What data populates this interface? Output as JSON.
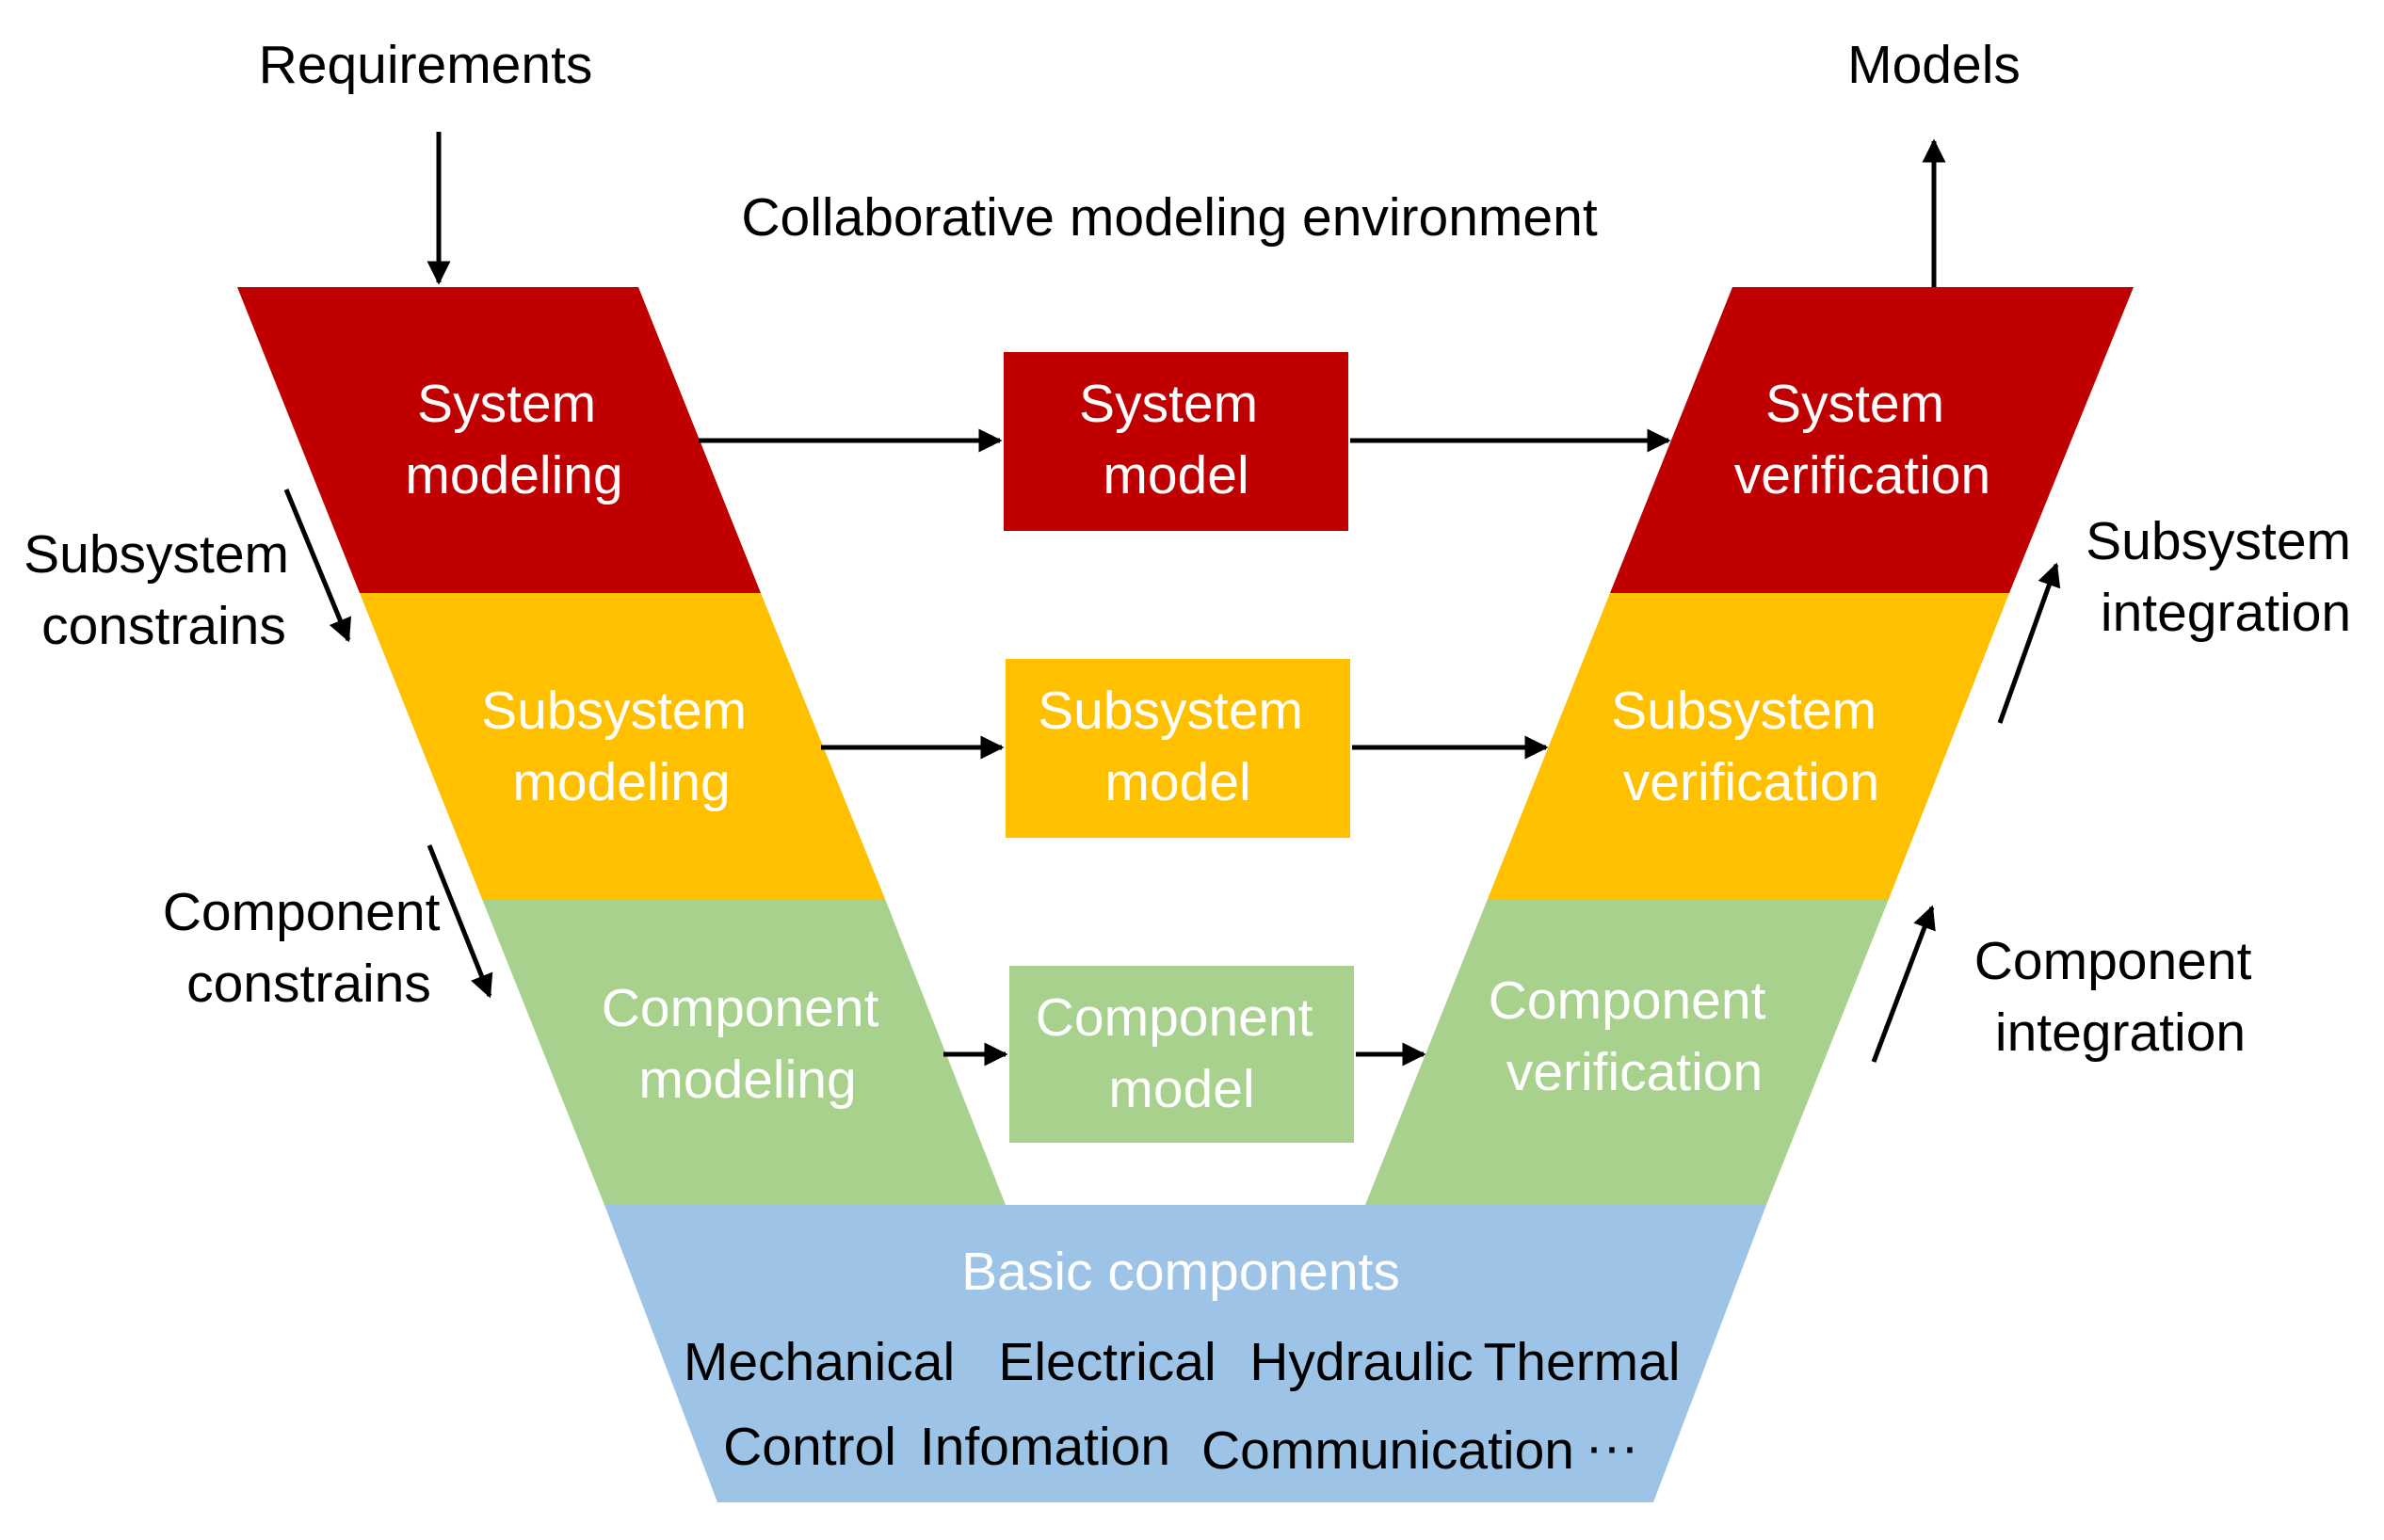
{
  "top": {
    "requirements": "Requirements",
    "models": "Models",
    "environment": "Collaborative modeling environment"
  },
  "left": {
    "system": [
      "System",
      "modeling"
    ],
    "subsystem": [
      "Subsystem",
      "modeling"
    ],
    "component": [
      "Component",
      "modeling"
    ]
  },
  "middle": {
    "system": [
      "System",
      "model"
    ],
    "subsystem": [
      "Subsystem",
      "model"
    ],
    "component": [
      "Component",
      "model"
    ]
  },
  "right": {
    "system": [
      "System",
      "verification"
    ],
    "subsystem": [
      "Subsystem",
      "verification"
    ],
    "component": [
      "Component",
      "verification"
    ]
  },
  "side_labels": {
    "subsystem_constrains": [
      "Subsystem",
      "constrains"
    ],
    "component_constrains": [
      "Component",
      "constrains"
    ],
    "subsystem_integration": [
      "Subsystem",
      "integration"
    ],
    "component_integration": [
      "Component",
      "integration"
    ]
  },
  "base": {
    "title": "Basic components",
    "row1": [
      "Mechanical",
      "Electrical",
      "Hydraulic",
      "Thermal"
    ],
    "row2": [
      "Control",
      "Infomation",
      "Communication",
      "···"
    ]
  },
  "colors": {
    "system": "#C00000",
    "subsystem": "#FFC000",
    "component": "#A9D18E",
    "basic": "#9DC3E6"
  }
}
